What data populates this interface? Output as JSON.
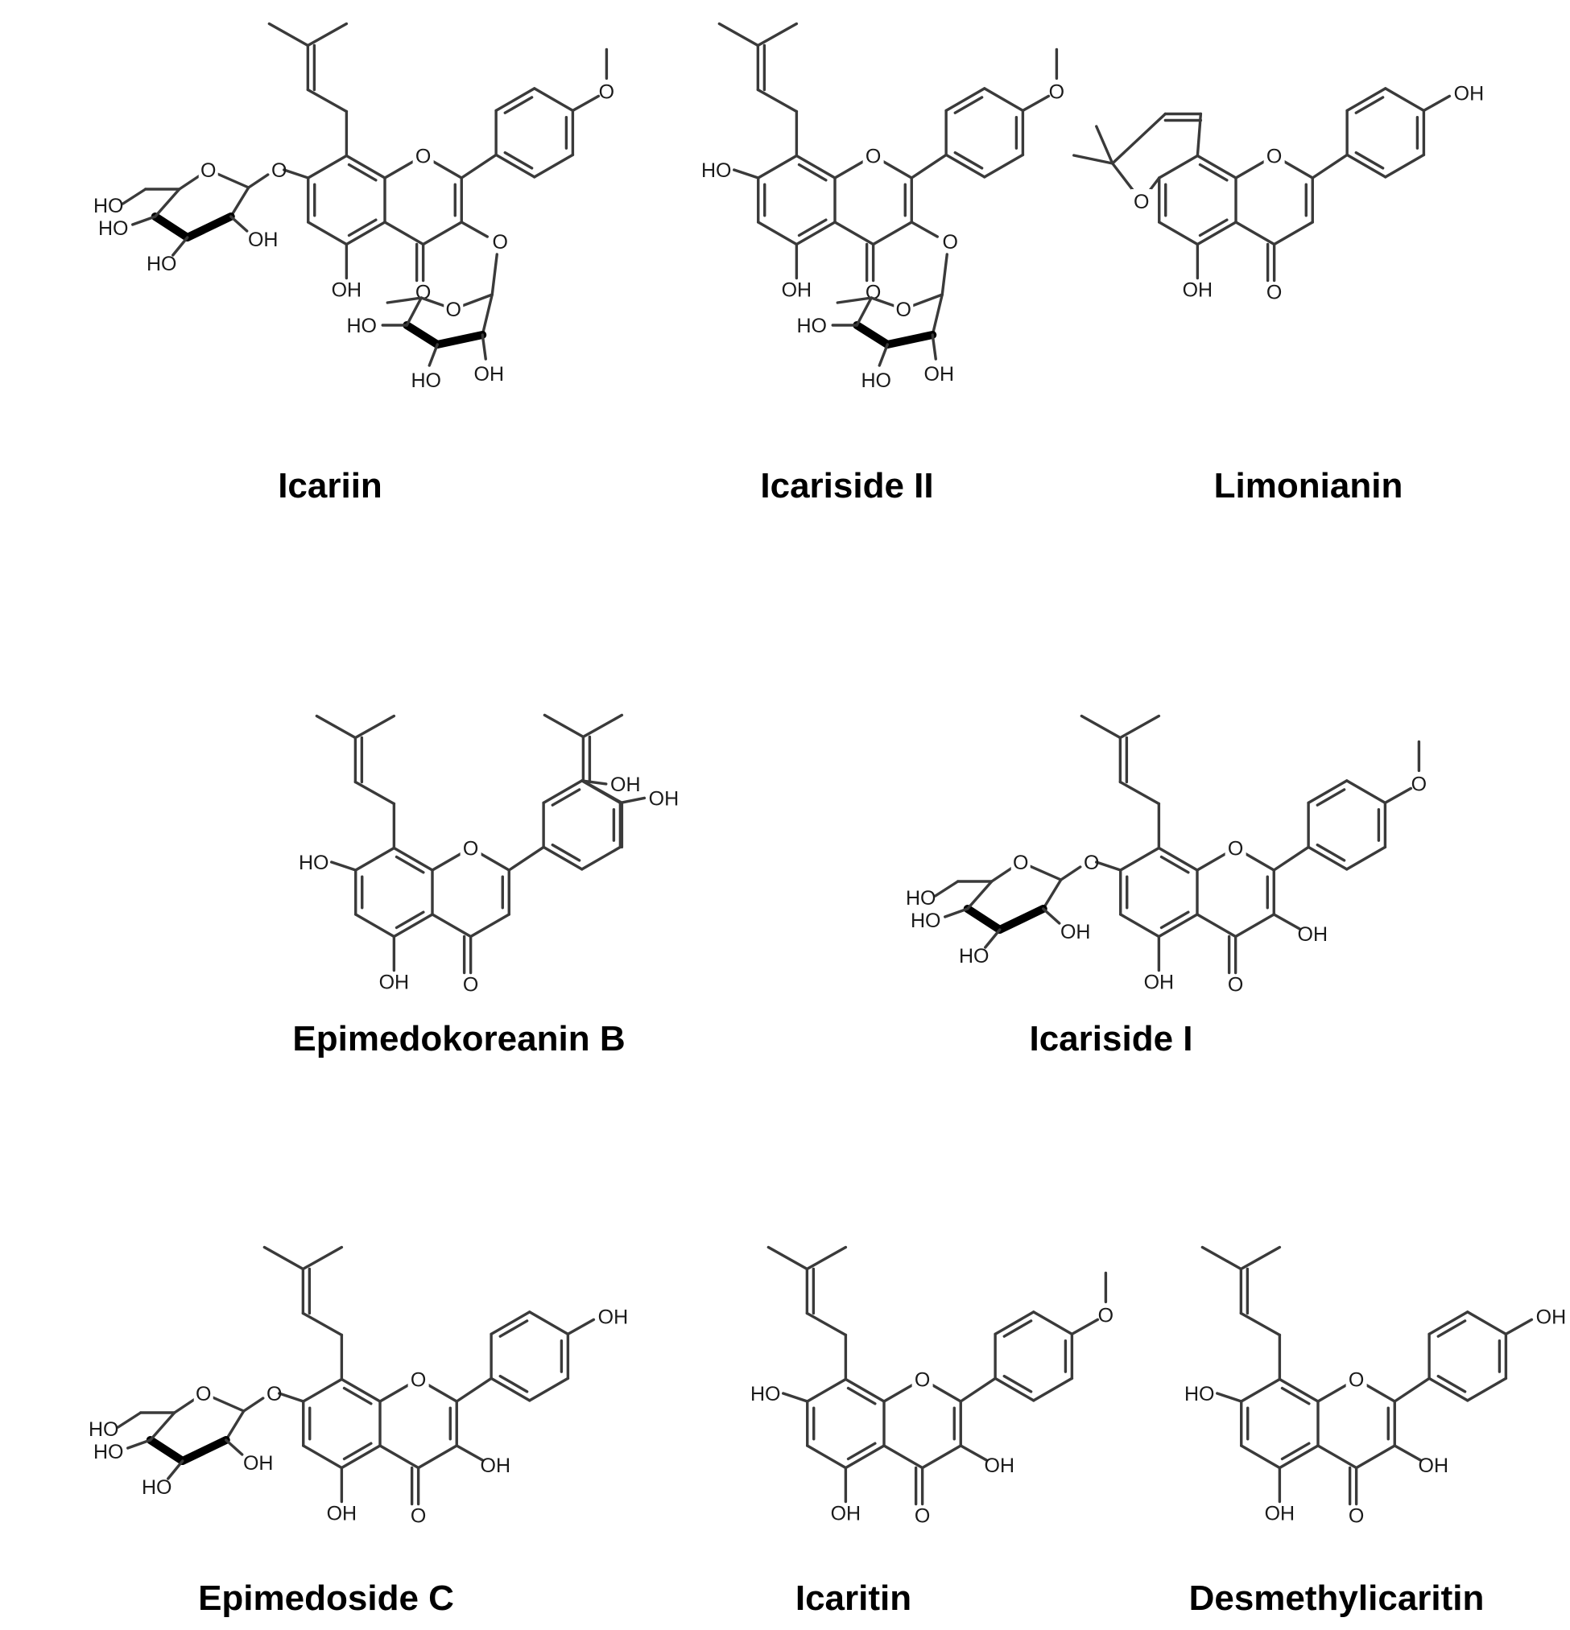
{
  "figure": {
    "compounds": [
      {
        "name": "Icariin",
        "flavone_type": "flavonol",
        "ring_b_substituent": "O",
        "position_3": "O",
        "position_7": "O",
        "prenyl_at_8": true,
        "sugar_at_7": true,
        "sugar_at_3": true,
        "extra": "none"
      },
      {
        "name": "Icariside II",
        "flavone_type": "flavonol",
        "ring_b_substituent": "O",
        "position_3": "O",
        "position_7": "HO",
        "prenyl_at_8": true,
        "sugar_at_7": false,
        "sugar_at_3": true,
        "extra": "none"
      },
      {
        "name": "Limonianin",
        "flavone_type": "flavone",
        "ring_b_substituent": "OH",
        "position_3": "",
        "position_7": "",
        "prenyl_at_8": false,
        "sugar_at_7": false,
        "sugar_at_3": false,
        "extra": "chromene"
      },
      {
        "name": "Epimedokoreanin B",
        "flavone_type": "flavone",
        "ring_b_substituent": "",
        "position_3": "",
        "position_7": "HO",
        "prenyl_at_8": true,
        "sugar_at_7": false,
        "sugar_at_3": false,
        "extra": "catechol-prenyl"
      },
      {
        "name": "Icariside I",
        "flavone_type": "flavonol",
        "ring_b_substituent": "O",
        "position_3": "OH",
        "position_7": "O",
        "prenyl_at_8": true,
        "sugar_at_7": true,
        "sugar_at_3": false,
        "extra": "none"
      },
      {
        "name": "Epimedoside C",
        "flavone_type": "flavonol",
        "ring_b_substituent": "OH",
        "position_3": "OH",
        "position_7": "O",
        "prenyl_at_8": true,
        "sugar_at_7": true,
        "sugar_at_3": false,
        "extra": "none"
      },
      {
        "name": "Icaritin",
        "flavone_type": "flavonol",
        "ring_b_substituent": "O",
        "position_3": "OH",
        "position_7": "HO",
        "prenyl_at_8": true,
        "sugar_at_7": false,
        "sugar_at_3": false,
        "extra": "none"
      },
      {
        "name": "Desmethylicaritin",
        "flavone_type": "flavonol",
        "ring_b_substituent": "OH",
        "position_3": "OH",
        "position_7": "HO",
        "prenyl_at_8": true,
        "sugar_at_7": false,
        "sugar_at_3": false,
        "extra": "none"
      }
    ],
    "atom_labels": {
      "ring_o": "O",
      "hydroxyl_left": "HO",
      "hydroxyl_right": "OH",
      "carbonyl_o": "O",
      "glycosidic_o": "O"
    }
  }
}
